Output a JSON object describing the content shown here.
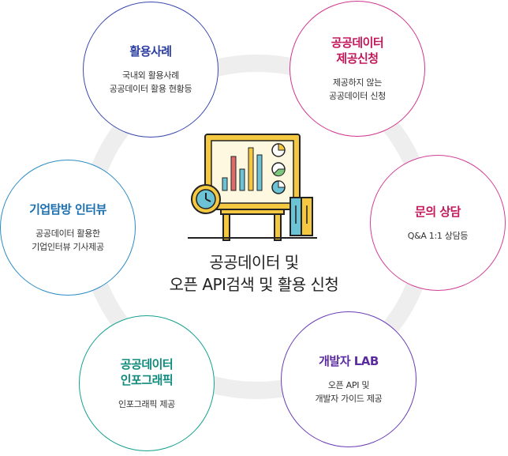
{
  "center": {
    "title": "공공데이터 및\n오픈 API검색 및 활용 신청"
  },
  "nodes": {
    "cases": {
      "title": "활용사례",
      "desc": "국내외 활용사례\n공공데이터 활용 현황등"
    },
    "request": {
      "title": "공공데이터\n제공신청",
      "desc": "제공하지 않는\n공공데이터 신청"
    },
    "consult": {
      "title": "문의 상담",
      "desc": "Q&A 1:1 상담등"
    },
    "lab": {
      "title": "개발자 LAB",
      "desc": "오픈 API 및\n개발자 가이드 제공"
    },
    "info": {
      "title": "공공데이터\n인포그래픽",
      "desc": "인포그래픽 제공"
    },
    "inter": {
      "title": "기업탐방 인터뷰",
      "desc": "공공데이터 활용한\n기업인터뷰 기사제공"
    }
  },
  "icons": {
    "center": "presentation-board-icon"
  }
}
